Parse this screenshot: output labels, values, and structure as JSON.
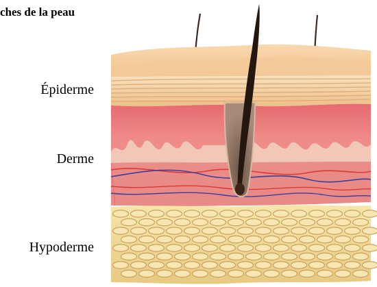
{
  "title": "ches de la peau",
  "labels": {
    "epidermis": "Épiderme",
    "dermis": "Derme",
    "hypodermis": "Hypoderme"
  },
  "colors": {
    "epidermis": "#f6cf9f",
    "dermis": "#e77d7d",
    "hypodermis": "#f3dd97",
    "hair": "#2a1d16",
    "artery": "#d83a38",
    "vein": "#3b3f9b"
  }
}
